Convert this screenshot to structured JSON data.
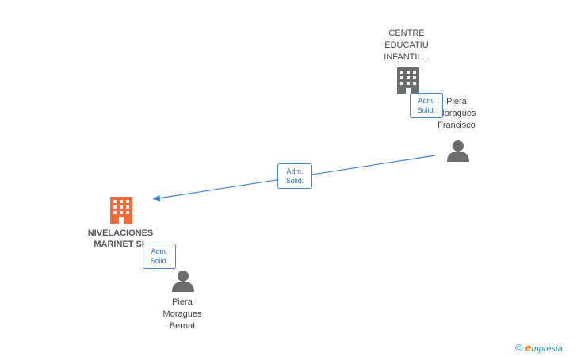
{
  "nodes": {
    "centre": {
      "lines": [
        "CENTRE",
        "EDUCATIU",
        "INFANTIL..."
      ]
    },
    "nivelaciones": {
      "lines": [
        "NIVELACIONES",
        "MARINET SL"
      ]
    },
    "francisco": {
      "lines": [
        "Piera",
        "Moragues",
        "Francisco"
      ]
    },
    "bernat": {
      "lines": [
        "Piera",
        "Moragues",
        "Bernat"
      ]
    }
  },
  "badges": {
    "centre_francisco": [
      "Adm.",
      "Solid."
    ],
    "francisco_nivelaciones": [
      "Adm.",
      "Solid."
    ],
    "nivelaciones_bernat": [
      "Adm.",
      "Solid."
    ]
  },
  "colors": {
    "company_main": "#f26b3a",
    "company_other": "#6d6d6d",
    "person": "#6d6d6d",
    "edge": "#3d7fd1",
    "badge_border": "#4a86c8"
  },
  "footer": {
    "copyright": "©",
    "brand_initial": "e",
    "brand_rest": "mpresia"
  }
}
